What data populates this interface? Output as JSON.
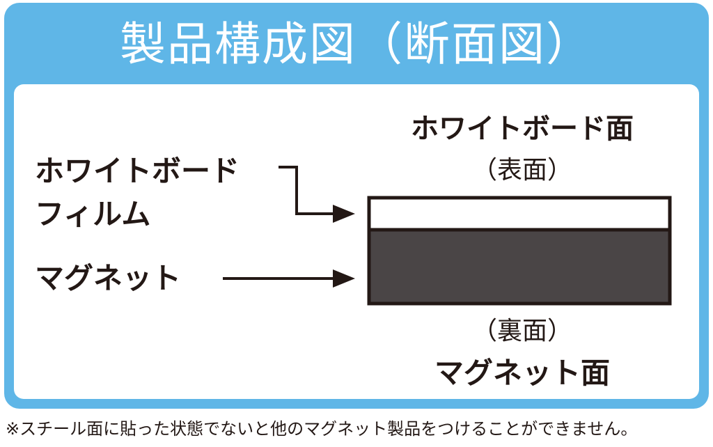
{
  "title": "製品構成図（断面図）",
  "labels": {
    "top_face_line1": "ホワイトボード面",
    "top_face_line2": "（表面）",
    "film_line1": "ホワイトボード",
    "film_line2": "フィルム",
    "magnet": "マグネット",
    "bottom_face_line1": "（裏面）",
    "bottom_face_line2": "マグネット面"
  },
  "note": "※スチール面に貼った状態でないと他のマグネット製品をつけることができません。",
  "colors": {
    "frame": "#5fb6e7",
    "film_layer": "#ffffff",
    "magnet_layer": "#4a4546",
    "ink": "#231815"
  }
}
